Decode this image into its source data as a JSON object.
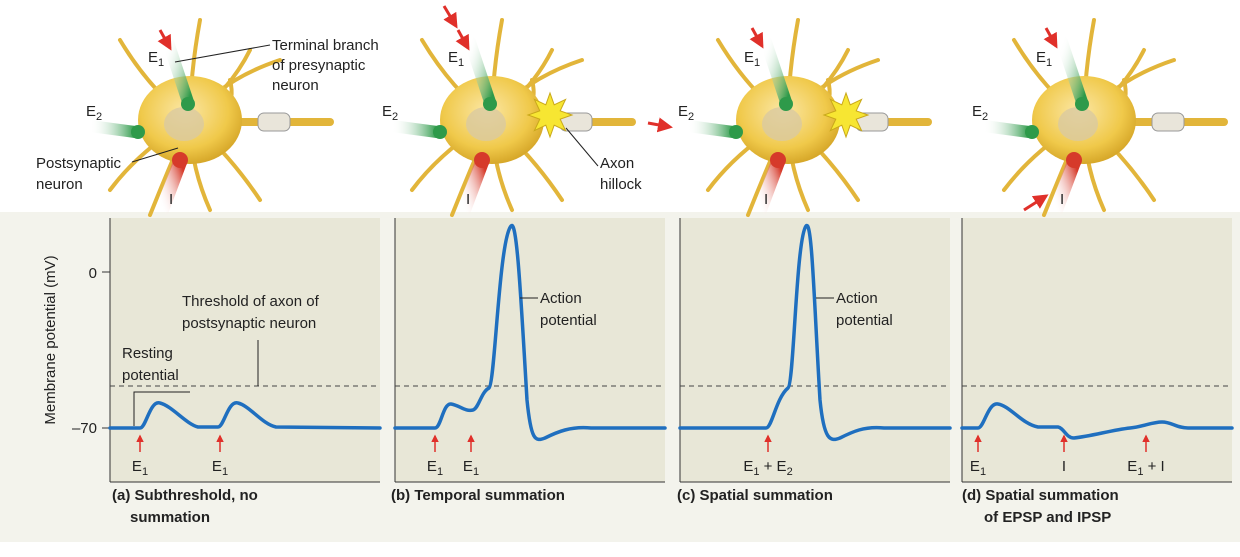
{
  "y_axis": {
    "label": "Membrane potential (mV)",
    "ticks": [
      {
        "label": "0",
        "value": 0
      },
      {
        "label": "–70",
        "value": -70
      }
    ],
    "threshold_mv": -55,
    "resting_mv": -70
  },
  "neuron_labels": {
    "terminal_branch": [
      "Terminal branch",
      "of presynaptic",
      "neuron"
    ],
    "postsynaptic": [
      "Postsynaptic",
      "neuron"
    ],
    "axon_hillock": [
      "Axon",
      "hillock"
    ],
    "e1": "E",
    "e2": "E",
    "sub1": "1",
    "sub2": "2",
    "i": "I"
  },
  "annotations": {
    "threshold": [
      "Threshold of axon of",
      "postsynaptic neuron"
    ],
    "resting": [
      "Resting",
      "potential"
    ],
    "action_b": [
      "Action",
      "potential"
    ],
    "action_c": [
      "Action",
      "potential"
    ]
  },
  "stim_labels": {
    "e1": "E",
    "sub1": "1",
    "sub2": "2",
    "plus_e2": " + E",
    "i": "I",
    "plus_i": " + I"
  },
  "captions": {
    "a": [
      "(a) Subthreshold, no",
      "summation"
    ],
    "b": [
      "(b) Temporal summation"
    ],
    "c": [
      "(c) Spatial summation"
    ],
    "d": [
      "(d) Spatial summation",
      "of EPSP and IPSP"
    ]
  },
  "colors": {
    "panel_bg": "#e8e7d7",
    "frame": "#f3f3ec",
    "trace": "#1f6fbf",
    "neuron": "#f0c94a",
    "excitatory": "#2e9a4a",
    "inhibitory": "#d63a2a",
    "arrow": "#e0302a",
    "spark": "#f7e632"
  }
}
